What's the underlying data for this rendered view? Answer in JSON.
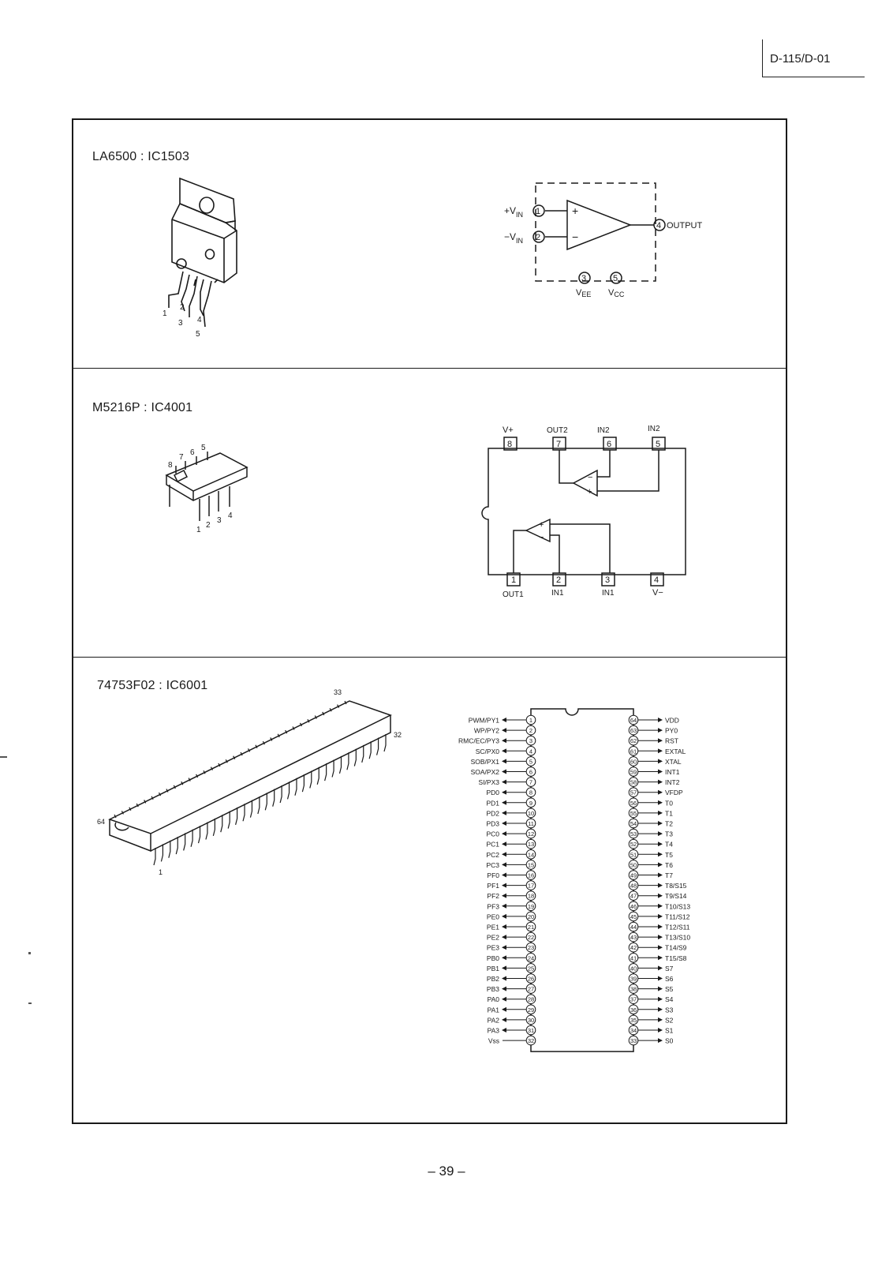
{
  "header": {
    "doc_code": "D-115/D-01"
  },
  "footer": {
    "page_number": "– 39 –"
  },
  "sections": [
    {
      "title": "LA6500 : IC1503",
      "package_pins": [
        "1",
        "2",
        "3",
        "4",
        "5"
      ],
      "schematic": {
        "in_plus": "+V",
        "in_plus_sub": "IN",
        "in_plus_pin": "1",
        "in_minus": "−V",
        "in_minus_sub": "IN",
        "in_minus_pin": "2",
        "output": "OUTPUT",
        "output_pin": "4",
        "vee": "V",
        "vee_sub": "EE",
        "vee_pin": "3",
        "vcc": "V",
        "vcc_sub": "CC",
        "vcc_pin": "5",
        "plus_sign": "+",
        "minus_sign": "−"
      }
    },
    {
      "title": "M5216P : IC4001",
      "package_pins": [
        "1",
        "2",
        "3",
        "4",
        "5",
        "6",
        "7",
        "8"
      ],
      "schematic": {
        "top_pins": [
          {
            "num": "8",
            "label": "V+"
          },
          {
            "num": "7",
            "label": "OUT2"
          },
          {
            "num": "6",
            "label": "IN2"
          },
          {
            "num": "5",
            "label": "IN2"
          }
        ],
        "bottom_pins": [
          {
            "num": "1",
            "label": "OUT1"
          },
          {
            "num": "2",
            "label": "IN1"
          },
          {
            "num": "3",
            "label": "IN1"
          },
          {
            "num": "4",
            "label": "V−"
          }
        ],
        "plus_sign": "+",
        "minus_sign": "−"
      }
    },
    {
      "title": "74753F02 : IC6001",
      "package_pins": {
        "first": "1",
        "pin_32": "32",
        "pin_33": "33",
        "pin_64": "64"
      },
      "left_pins": [
        "PWM/PY1",
        "WP/PY2",
        "RMC/EC/PY3",
        "SC/PX0",
        "SOB/PX1",
        "SOA/PX2",
        "SI/PX3",
        "PD0",
        "PD1",
        "PD2",
        "PD3",
        "PC0",
        "PC1",
        "PC2",
        "PC3",
        "PF0",
        "PF1",
        "PF2",
        "PF3",
        "PE0",
        "PE1",
        "PE2",
        "PE3",
        "PB0",
        "PB1",
        "PB2",
        "PB3",
        "PA0",
        "PA1",
        "PA2",
        "PA3",
        "Vss"
      ],
      "right_pins": [
        "VDD",
        "PY0",
        "RST",
        "EXTAL",
        "XTAL",
        "INT1",
        "INT2",
        "VFDP",
        "T0",
        "T1",
        "T2",
        "T3",
        "T4",
        "T5",
        "T6",
        "T7",
        "T8/S15",
        "T9/S14",
        "T10/S13",
        "T11/S12",
        "T12/S11",
        "T13/S10",
        "T14/S9",
        "T15/S8",
        "S7",
        "S6",
        "S5",
        "S4",
        "S3",
        "S2",
        "S1",
        "S0"
      ]
    }
  ]
}
